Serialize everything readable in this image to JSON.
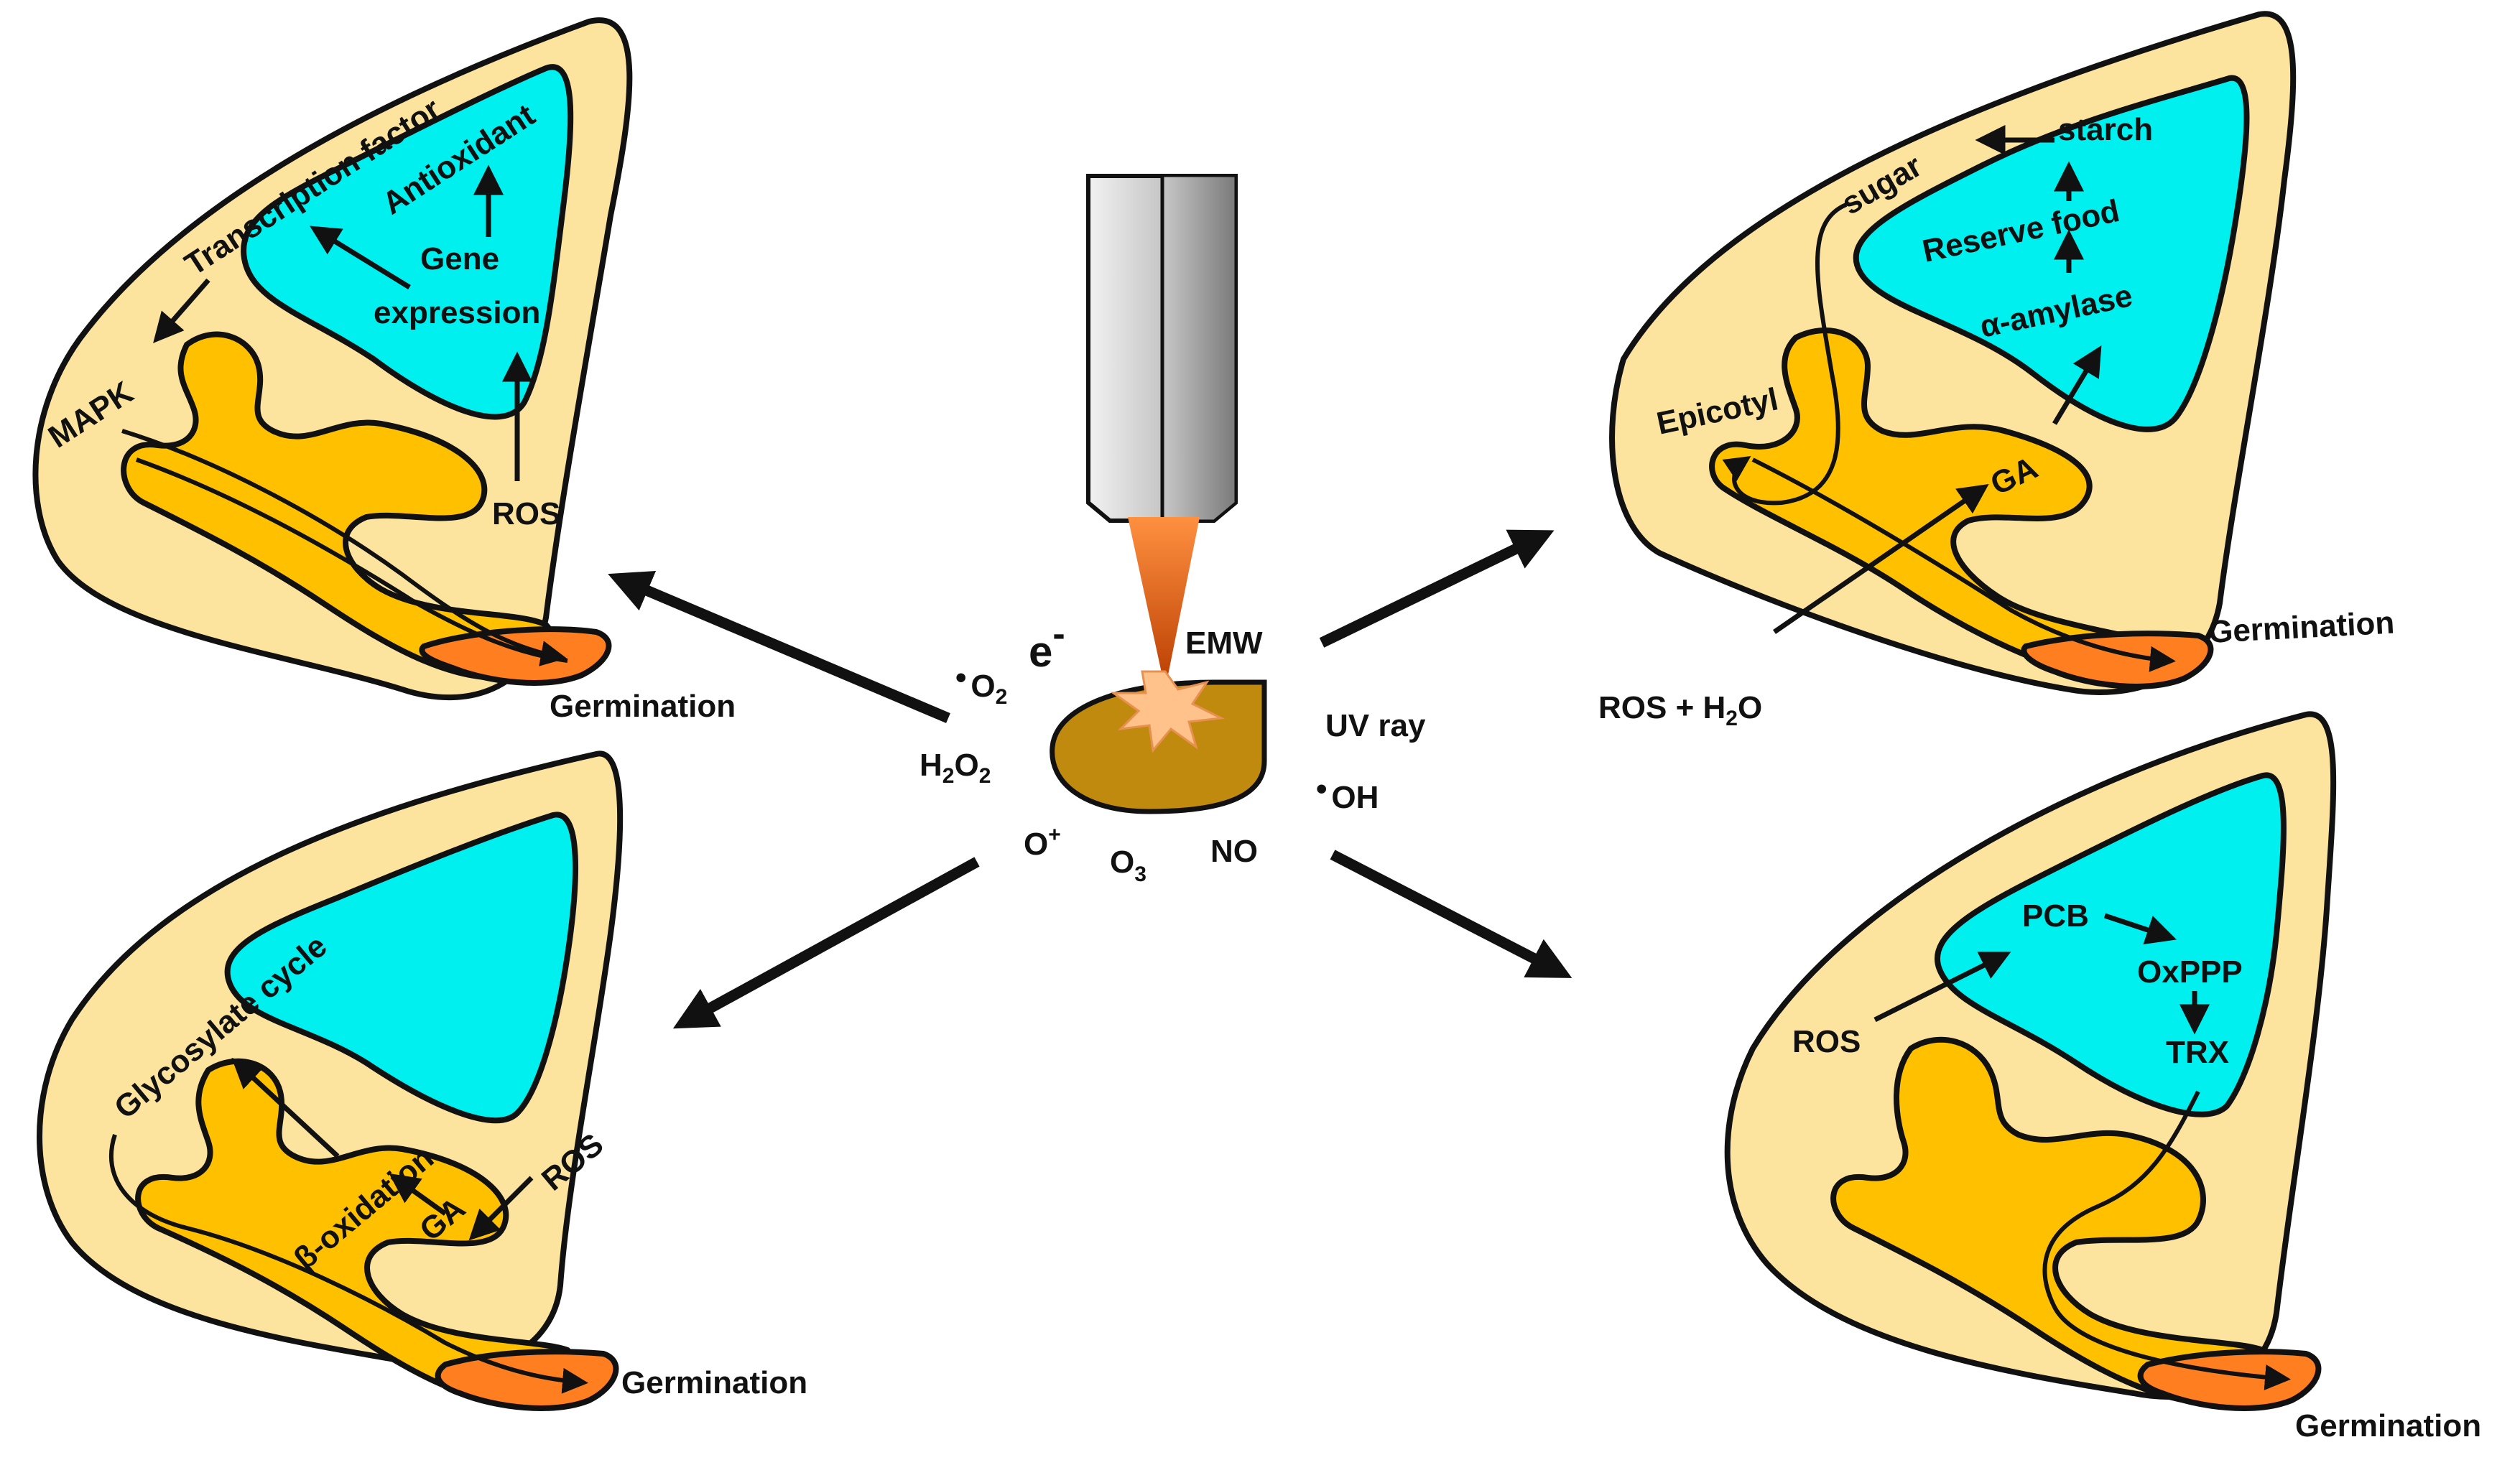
{
  "colors": {
    "seed_coat": "#FDE49E",
    "endosperm": "#00F0F0",
    "embryo": "#FFC000",
    "radicle": "#FF7F20",
    "plasma_body": "#C08A0E",
    "plasma_jet": "#E86010",
    "electrode": "#B8B8B8",
    "outline": "#111111",
    "spark": "#FFC28A"
  },
  "center": {
    "electron": "e",
    "electron_sup": "-",
    "emw": "EMW",
    "uv": "UV ray",
    "species": {
      "superoxide_radical": "•",
      "superoxide_o": "O",
      "superoxide_sub": "2",
      "h2o2_h": "H",
      "h2o2_sub1": "2",
      "h2o2_o": "O",
      "h2o2_sub2": "2",
      "oh_radical": "•",
      "oh": "OH",
      "o_plus": "O",
      "o_plus_sup": "+",
      "o3": "O",
      "o3_sub": "3",
      "no": "NO"
    }
  },
  "panels": {
    "top_left": {
      "transcription_factor": "Transcription factor",
      "antioxidant": "Antioxidant",
      "gene": "Gene",
      "expression": "expression",
      "mapk": "MAPK",
      "ros": "ROS",
      "germination": "Germination"
    },
    "top_right": {
      "sugar": "sugar",
      "starch": "starch",
      "reserve_food": "Reserve food",
      "amylase": "α-amylase",
      "epicotyl": "Epicotyl",
      "ga": "GA",
      "ros_h2o_a": "ROS + H",
      "ros_h2o_sub": "2",
      "ros_h2o_b": "O",
      "germination": "Germination"
    },
    "bottom_left": {
      "glycosylate_cycle": "Glycosylate cycle",
      "beta_oxidation": "β-oxidation",
      "ga": "GA",
      "ros": "ROS",
      "germination": "Germination"
    },
    "bottom_right": {
      "pcb": "PCB",
      "oxppp": "OxPPP",
      "trx": "TRX",
      "ros": "ROS",
      "germination": "Germination"
    }
  }
}
